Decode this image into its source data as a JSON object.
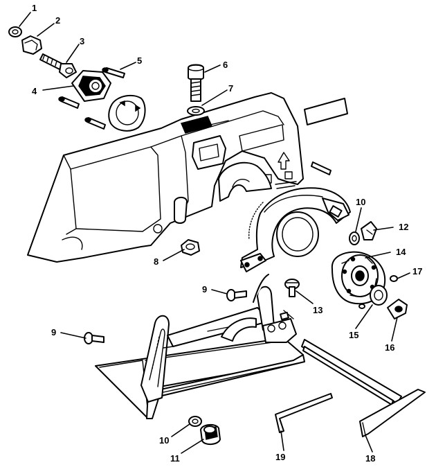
{
  "callouts": [
    {
      "label": "1"
    },
    {
      "label": "2"
    },
    {
      "label": "3"
    },
    {
      "label": "4"
    },
    {
      "label": "5"
    },
    {
      "label": "6"
    },
    {
      "label": "7"
    },
    {
      "label": "8"
    },
    {
      "label": "9"
    },
    {
      "label": "9"
    },
    {
      "label": "10"
    },
    {
      "label": "10"
    },
    {
      "label": "11"
    },
    {
      "label": "12"
    },
    {
      "label": "13"
    },
    {
      "label": "14"
    },
    {
      "label": "15"
    },
    {
      "label": "16"
    },
    {
      "label": "17"
    },
    {
      "label": "18"
    },
    {
      "label": "19"
    }
  ],
  "colors": {
    "line": "#000000",
    "fill": "#ffffff"
  }
}
